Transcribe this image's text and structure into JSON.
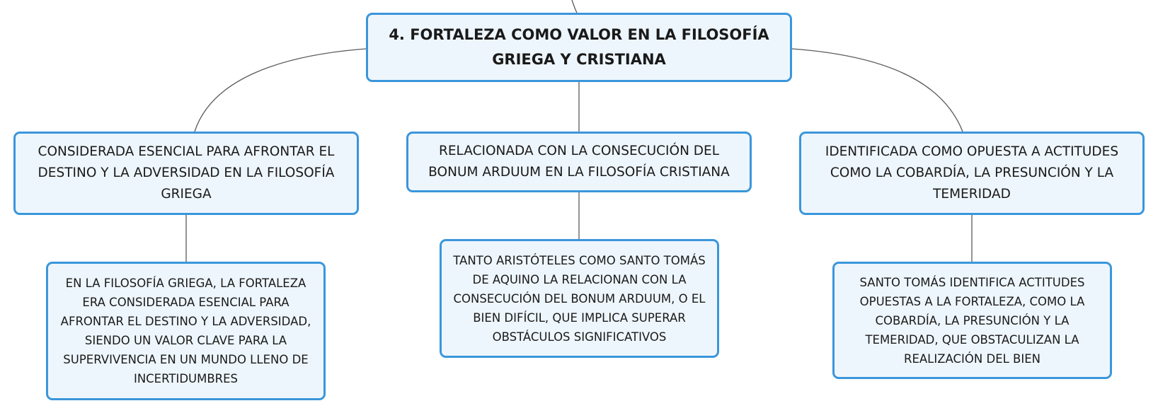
{
  "mindmap": {
    "root": {
      "text": "4. FORTALEZA COMO VALOR EN LA FILOSOFÍA GRIEGA Y CRISTIANA"
    },
    "branches": [
      {
        "text": "CONSIDERADA ESENCIAL PARA AFRONTAR EL DESTINO Y LA ADVERSIDAD EN LA FILOSOFÍA GRIEGA",
        "child": "EN LA FILOSOFÍA GRIEGA, LA FORTALEZA ERA CONSIDERADA ESENCIAL PARA AFRONTAR EL DESTINO Y LA ADVERSIDAD, SIENDO UN VALOR CLAVE PARA LA SUPERVIVENCIA EN UN MUNDO LLENO DE INCERTIDUMBRES"
      },
      {
        "text": "RELACIONADA CON LA CONSECUCIÓN DEL BONUM ARDUUM EN LA FILOSOFÍA CRISTIANA",
        "child": "TANTO ARISTÓTELES COMO SANTO TOMÁS DE AQUINO LA RELACIONAN CON LA CONSECUCIÓN DEL BONUM ARDUUM, O EL BIEN DIFÍCIL, QUE IMPLICA SUPERAR OBSTÁCULOS SIGNIFICATIVOS"
      },
      {
        "text": "IDENTIFICADA COMO OPUESTA A ACTITUDES COMO LA COBARDÍA, LA PRESUNCIÓN Y LA TEMERIDAD",
        "child": "SANTO TOMÁS IDENTIFICA ACTITUDES OPUESTAS A LA FORTALEZA, COMO LA COBARDÍA, LA PRESUNCIÓN Y LA TEMERIDAD, QUE OBSTACULIZAN LA REALIZACIÓN DEL BIEN"
      }
    ]
  },
  "colors": {
    "node_border": "#3a96db",
    "node_fill": "#eef6fd",
    "connector": "#5a5a5a"
  }
}
